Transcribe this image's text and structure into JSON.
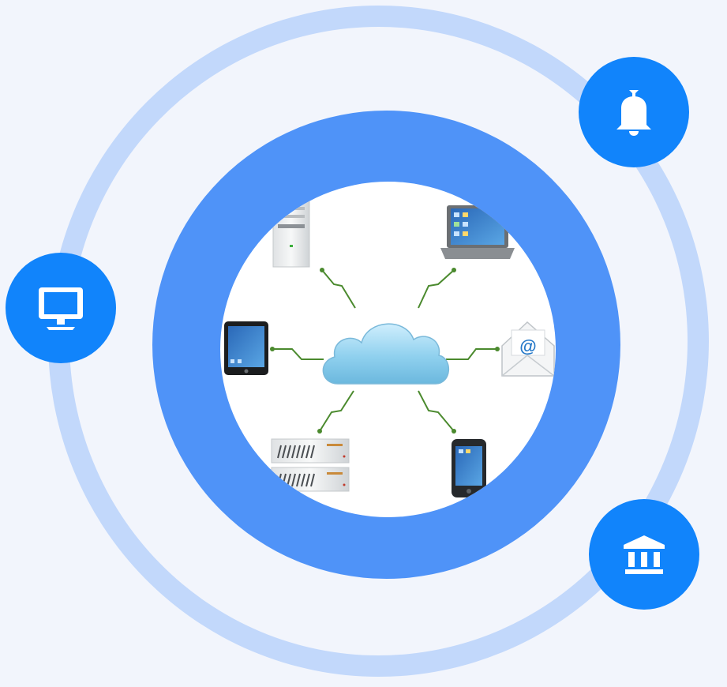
{
  "colors": {
    "background": "#f2f5fc",
    "outer_ring": "#c2d8fb",
    "inner_ring": "#4f93f8",
    "badge": "#1184fb",
    "cloud": "#8fd0ee",
    "connector": "#4b8a2e"
  },
  "orbit_icons": [
    {
      "name": "monitor-icon",
      "position": "left"
    },
    {
      "name": "bell-icon",
      "position": "top-right"
    },
    {
      "name": "bank-icon",
      "position": "bottom-right"
    }
  ],
  "network_diagram": {
    "hub": "cloud-icon",
    "nodes": [
      {
        "name": "tower-server-icon",
        "position": "top-left"
      },
      {
        "name": "laptop-icon",
        "position": "top-right"
      },
      {
        "name": "tablet-icon",
        "position": "left"
      },
      {
        "name": "email-icon",
        "position": "right",
        "symbol": "@"
      },
      {
        "name": "rack-server-icon",
        "position": "bottom-left"
      },
      {
        "name": "smartphone-icon",
        "position": "bottom-right"
      }
    ]
  }
}
